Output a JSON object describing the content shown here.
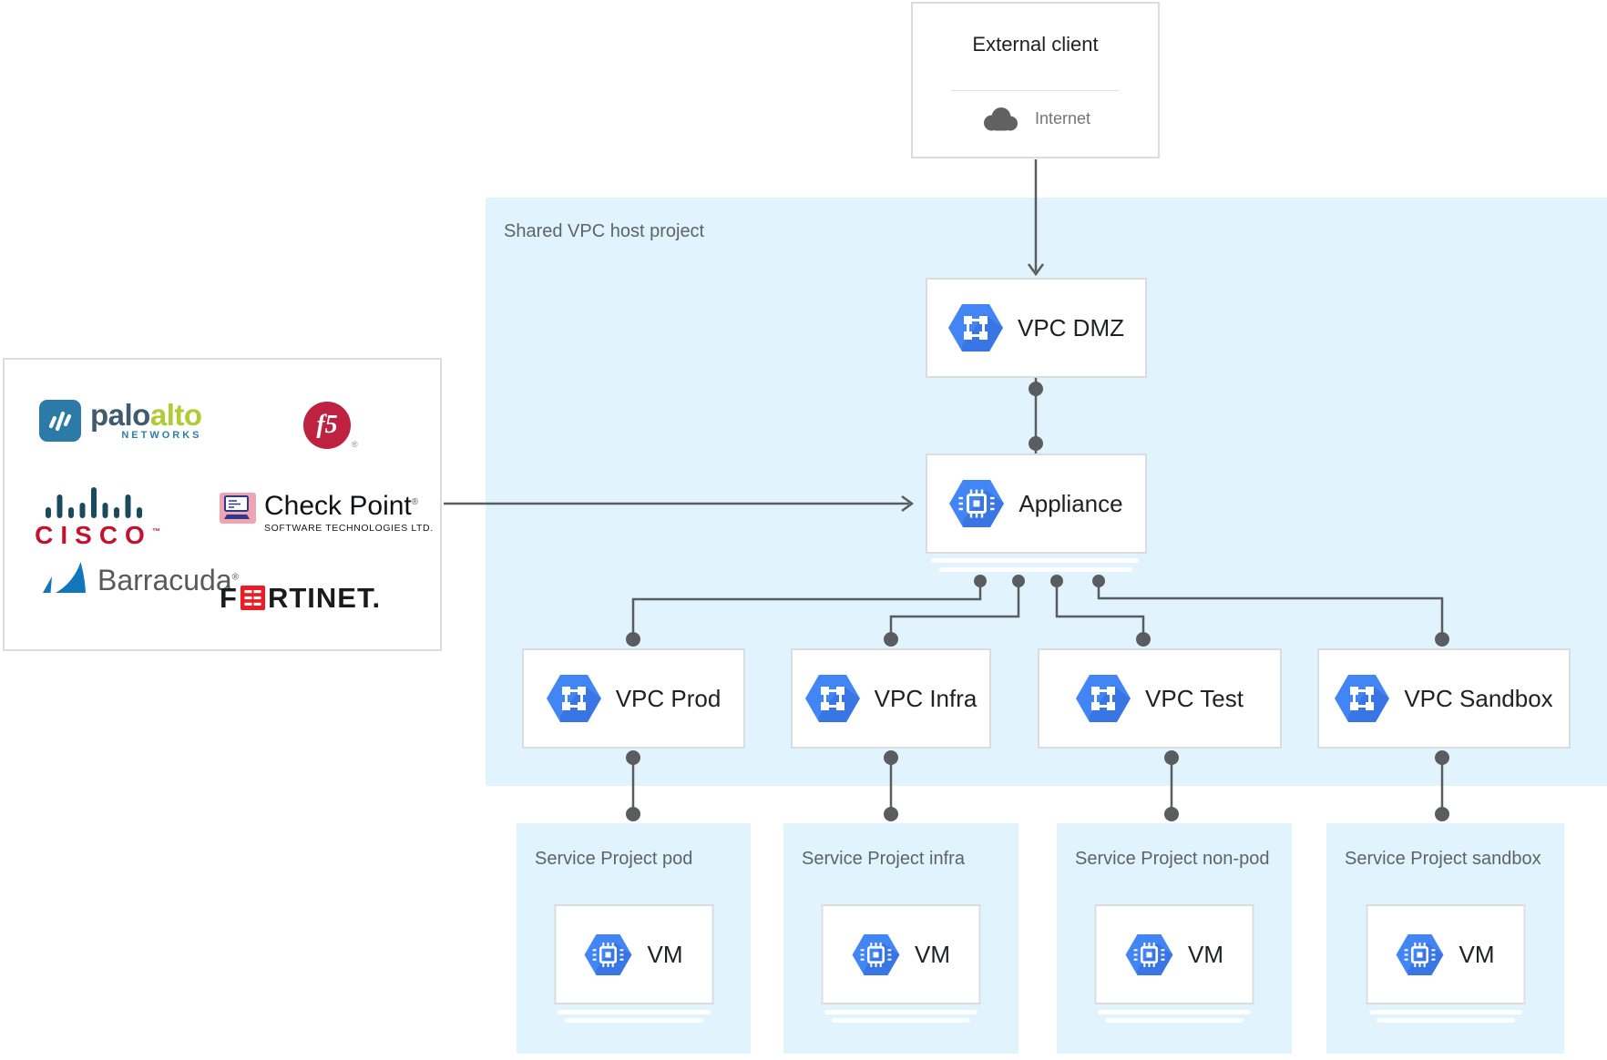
{
  "external_client": {
    "title": "External client",
    "network_label": "Internet"
  },
  "shared_vpc": {
    "label": "Shared VPC host project",
    "dmz_label": "VPC DMZ",
    "appliance_label": "Appliance",
    "vpcs": [
      {
        "label": "VPC Prod"
      },
      {
        "label": "VPC Infra"
      },
      {
        "label": "VPC Test"
      },
      {
        "label": "VPC Sandbox"
      }
    ]
  },
  "service_projects": [
    {
      "label": "Service Project pod",
      "vm_label": "VM"
    },
    {
      "label": "Service Project infra",
      "vm_label": "VM"
    },
    {
      "label": "Service Project non-pod",
      "vm_label": "VM"
    },
    {
      "label": "Service Project sandbox",
      "vm_label": "VM"
    }
  ],
  "vendors": {
    "palo_alto": {
      "word_a": "palo",
      "word_b": "alto",
      "subtext": "NETWORKS"
    },
    "f5": {
      "mark": "f5",
      "reg": "®"
    },
    "cisco": {
      "wordmark": "CISCO",
      "tm": "™"
    },
    "check_point": {
      "name": "Check Point",
      "reg": "®",
      "subtext": "SOFTWARE TECHNOLOGIES LTD."
    },
    "barracuda": {
      "name": "Barracuda",
      "reg": "®"
    },
    "fortinet": {
      "prefix": "F",
      "suffix": "RTINET."
    }
  },
  "colors": {
    "gcp_blue": "#4285f4",
    "gcp_blue_shadow": "#3367d6",
    "region_blue": "#e1f4fd",
    "line_grey": "#5a5d60",
    "border_grey": "#dadce0"
  }
}
